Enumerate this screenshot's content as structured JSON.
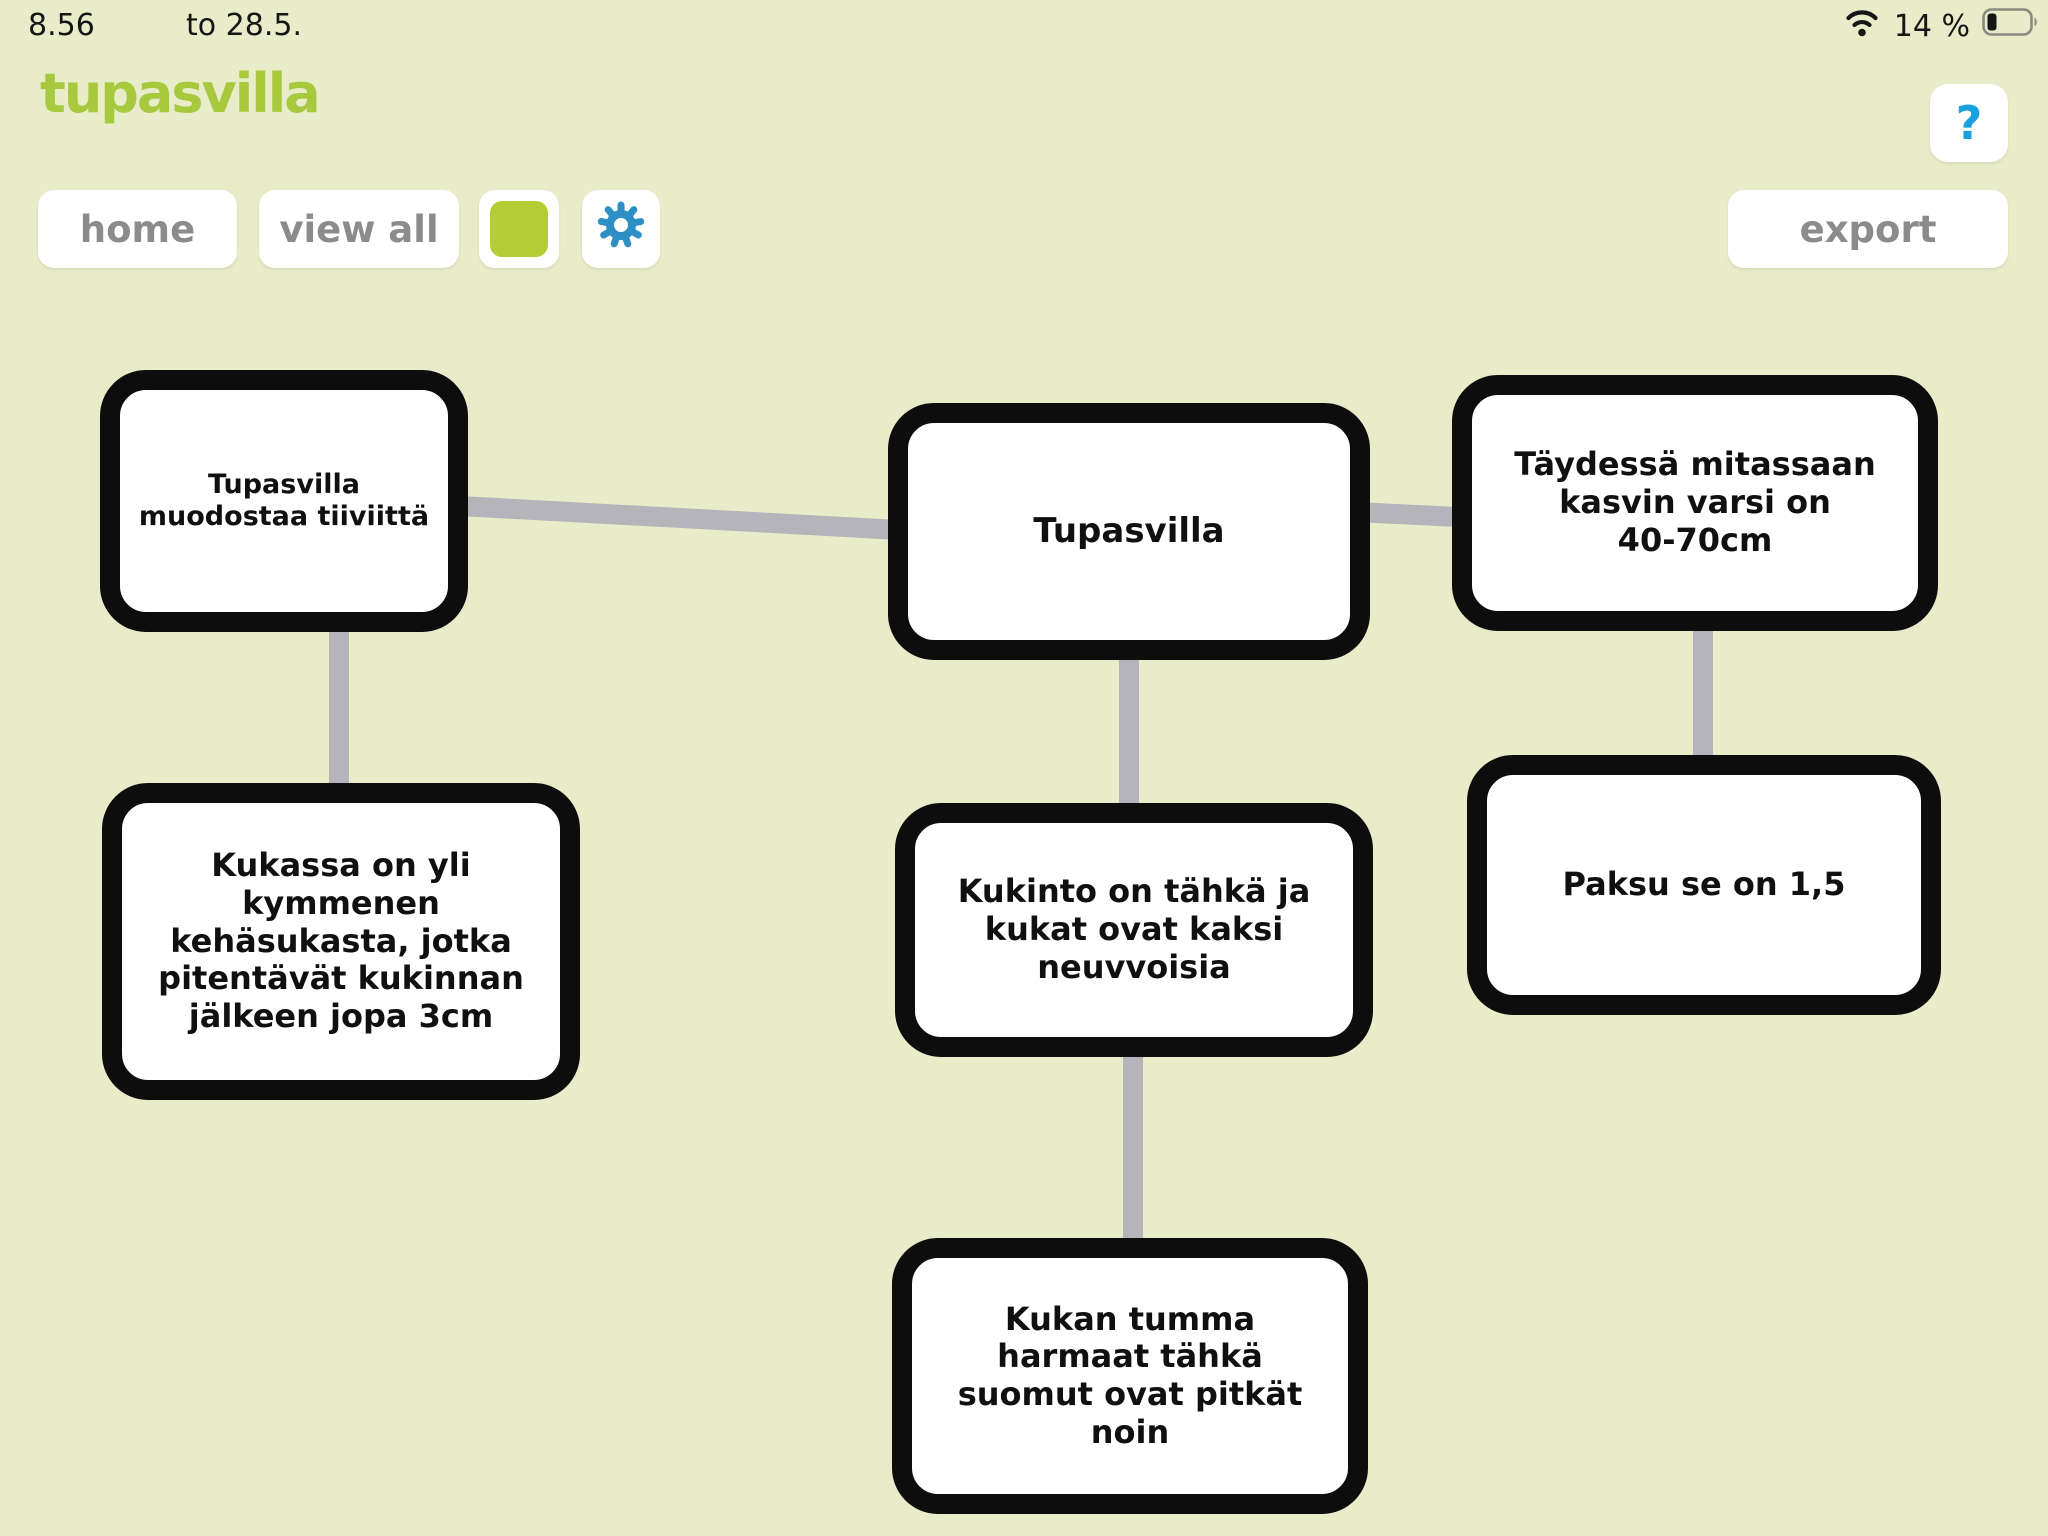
{
  "status_bar": {
    "time": "8.56",
    "date": "to 28.5.",
    "battery_percent": "14 %"
  },
  "header": {
    "app_title": "tupasvilla",
    "help_label": "?"
  },
  "toolbar": {
    "home_label": "home",
    "view_all_label": "view all",
    "export_label": "export"
  },
  "colors": {
    "background": "#e8ecc8",
    "brand_green": "#a7c93e",
    "swatch_green": "#b5cd35",
    "gear_blue": "#2e8fc4",
    "help_blue": "#1aa0dc",
    "button_text_gray": "#8b8b8b",
    "node_border_black": "#0d0d0d",
    "connector_gray": "#b5b4bb"
  },
  "mindmap": {
    "nodes": [
      {
        "id": "node-1",
        "label": "Tupasvilla\nmuodostaa tiiviittä"
      },
      {
        "id": "node-2",
        "label": "Tupasvilla"
      },
      {
        "id": "node-3",
        "label": "Täydessä mitassaan\nkasvin varsi on\n40-70cm"
      },
      {
        "id": "node-4",
        "label": "Kukassa on yli\nkymmenen\nkehäsukasta, jotka\npitentävät kukinnan\njälkeen jopa 3cm"
      },
      {
        "id": "node-5",
        "label": "Kukinto on tähkä ja\nkukat ovat kaksi\nneuvvoisia"
      },
      {
        "id": "node-6",
        "label": "Paksu se on 1,5"
      },
      {
        "id": "node-7",
        "label": "Kukan tumma\nharmaat tähkä\nsuomut ovat pitkät\nnoin"
      }
    ],
    "edges": [
      {
        "from": "node-1",
        "to": "node-2"
      },
      {
        "from": "node-2",
        "to": "node-3"
      },
      {
        "from": "node-1",
        "to": "node-4"
      },
      {
        "from": "node-2",
        "to": "node-5"
      },
      {
        "from": "node-5",
        "to": "node-7"
      },
      {
        "from": "node-3",
        "to": "node-6"
      }
    ]
  }
}
